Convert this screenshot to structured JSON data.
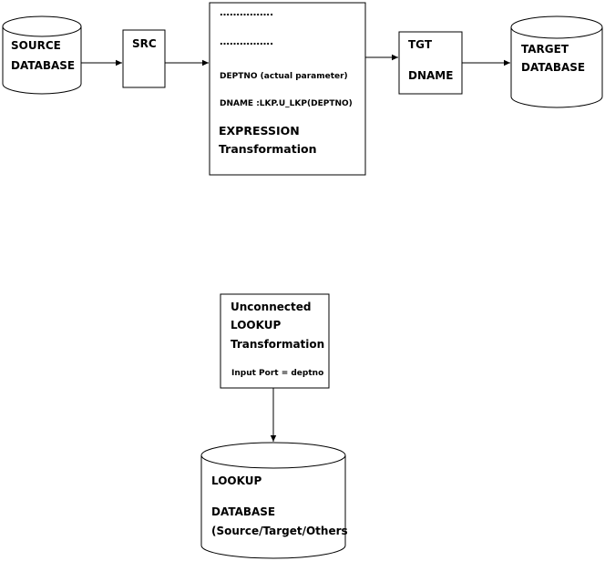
{
  "source_db": {
    "line1": "SOURCE",
    "line2": "DATABASE"
  },
  "src_box": {
    "label": "SRC"
  },
  "expression_box": {
    "dots1": "…………….",
    "dots2": "…………….",
    "deptno_row": "DEPTNO  (actual parameter)",
    "dname_row": "DNAME   :LKP.U_LKP(DEPTNO)",
    "title_line1": "EXPRESSION",
    "title_line2": "Transformation"
  },
  "tgt_box": {
    "label": "TGT",
    "port": "DNAME"
  },
  "target_db": {
    "line1": "TARGET",
    "line2": "DATABASE"
  },
  "lookup_box": {
    "line1": "Unconnected",
    "line2": "LOOKUP",
    "line3": "Transformation",
    "port": "Input Port = deptno"
  },
  "lookup_db": {
    "line1": "LOOKUP",
    "line2": "DATABASE",
    "line3": "(Source/Target/Others"
  }
}
